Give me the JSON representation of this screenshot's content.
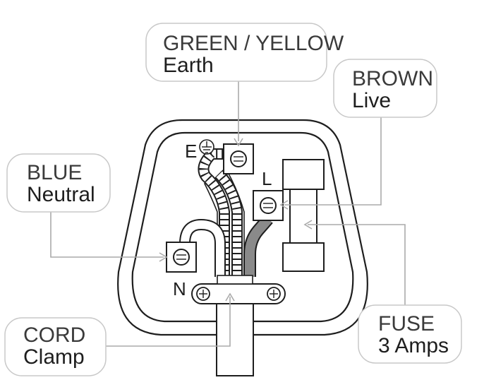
{
  "labels": {
    "earth": {
      "line1": "GREEN / YELLOW",
      "line2": "Earth"
    },
    "live": {
      "line1": "BROWN",
      "line2": "Live"
    },
    "neutral": {
      "line1": "BLUE",
      "line2": "Neutral"
    },
    "cord": {
      "line1": "CORD",
      "line2": "Clamp"
    },
    "fuse": {
      "line1": "FUSE",
      "line2": "3 Amps"
    }
  },
  "terminals": {
    "earth": "E",
    "live": "L",
    "neutral": "N"
  },
  "colors": {
    "leader": "#aaaaaa",
    "outline": "#1e1e1e",
    "label_border": "#c8c8c8",
    "live_wire": "#8a8a8a"
  }
}
